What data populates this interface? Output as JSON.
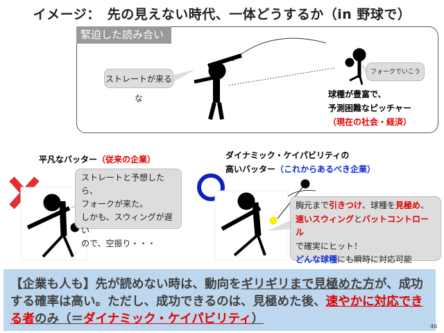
{
  "title": "イメージ：　先の見えない時代、一体どうするか（in 野球で）",
  "scene": {
    "label": "緊迫した読み合い",
    "batter_bubble": "ストレートが来るな",
    "pitcher_bubble": "フォークでいこう",
    "pitcher_caption": [
      "球種が豊富で、",
      "予測困難なピッチャー"
    ],
    "pitcher_caption_red": "（現在の社会・経済）"
  },
  "left": {
    "heading": "平凡なバッター",
    "heading_red": "（従来の企業）",
    "bubble_lines": [
      "ストレートと予想したら、",
      "フォークが来た。",
      "しかも、スウィングが遅い",
      "ので、空振り・・・"
    ],
    "mark": "cross-icon"
  },
  "right": {
    "heading_line1": "ダイナミック・ケイパビリティの",
    "heading_line2": "高いバッター",
    "heading_blue": "（これからあるべき企業）",
    "mark": "circle-icon",
    "bubble": {
      "l1a": "胸元まで",
      "l1b": "引きつけ",
      "l1c": "、球種を",
      "l1d": "見極め",
      "l1e": "、",
      "l2a": "速いスウィング",
      "l2b": "と",
      "l2c": "バットコントロール",
      "l3": "で確実にヒット！",
      "l4a": "どんな球種",
      "l4b": "にも瞬時に対応可能"
    }
  },
  "conclusion": {
    "p1": "【企業も人も】先が読めない時は、動向を",
    "p2": "ギリギリまで見極めた方",
    "p3": "が、成功する確率は高い。ただし、成功できるのは、見極めた後、",
    "p4": "速やかに対応できる者",
    "p5": "のみ（＝",
    "p6": "ダイナミック・ケイパビリティ",
    "p7": "）"
  },
  "page_number": "46",
  "colors": {
    "red": "#e00000",
    "blue": "#1030d0",
    "panel": "#bdd7ee",
    "label_bg": "#999999"
  }
}
